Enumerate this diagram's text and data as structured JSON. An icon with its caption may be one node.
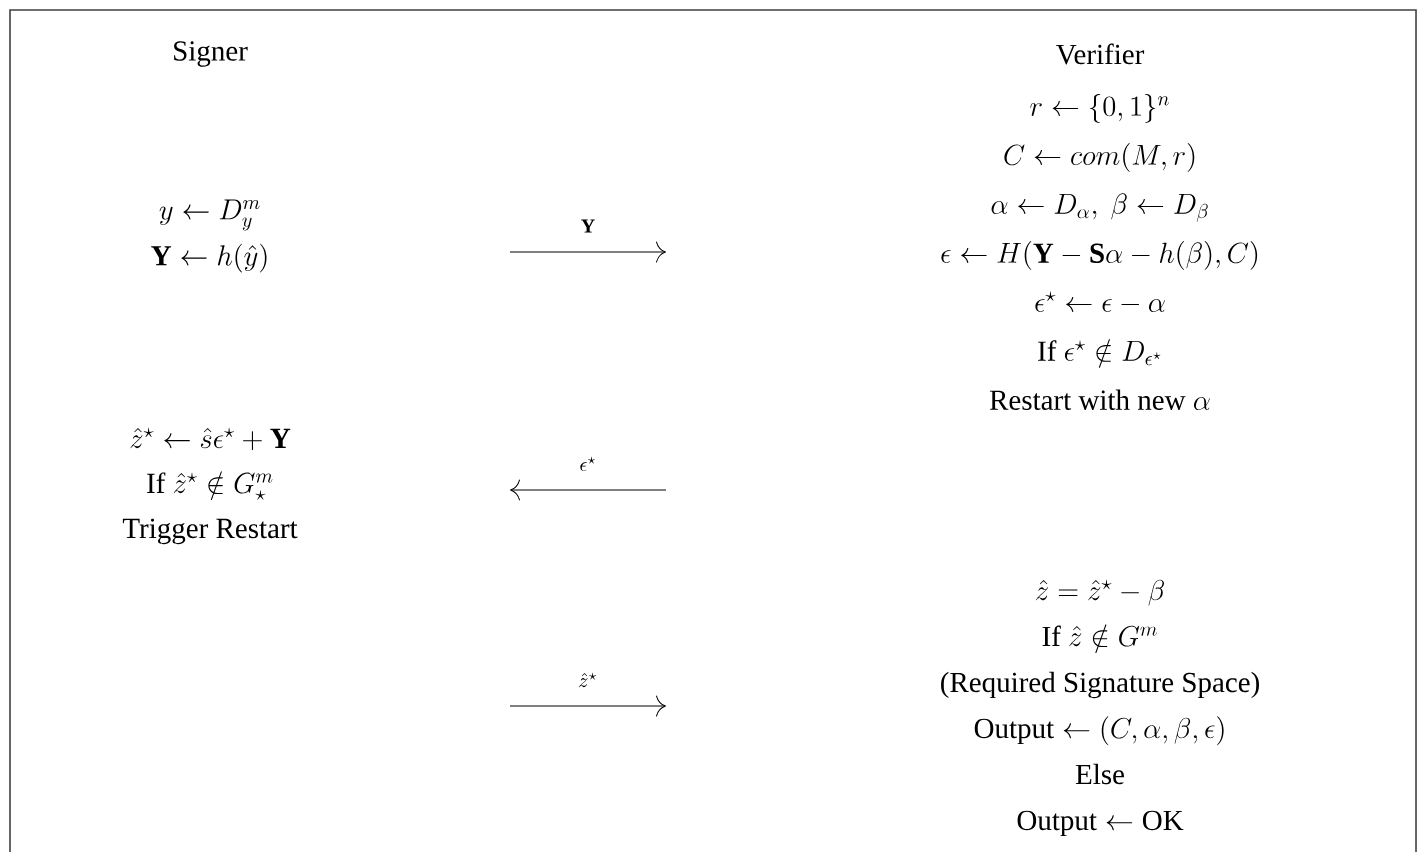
{
  "diagram": {
    "nodes": [
      {
        "text": [
          "y \\leftarrow D_y^m",
          "\\mathbf{Y} \\leftarrow h(\\hat{y})"
        ]
      },
      {
        "text": [
          "r \\leftarrow \\{0,1\\}^n",
          "C \\leftarrow com(M,r)",
          "\\alpha \\leftarrow D_\\alpha,\\ \\beta \\leftarrow D_\\beta",
          "\\epsilon \\leftarrow H(\\mathbf{Y} - \\mathbf{S}\\alpha - h(\\beta), C)",
          "\\epsilon^\\star \\leftarrow \\epsilon - \\alpha",
          "\\text{If } \\epsilon^\\star \\notin D_{\\epsilon^\\star}",
          "\\text{Restart with new } \\alpha"
        ]
      },
      {
        "text": [
          "\\hat{z}^\\star \\leftarrow \\hat{s}\\epsilon^\\star + \\mathbf{Y}",
          "\\text{If } \\hat{z}^\\star \\notin G_\\star^m",
          "\\text{Trigger Restart}"
        ]
      },
      {
        "text": [
          "\\hat{z} = \\hat{z}^\\star - \\beta",
          "\\text{If } \\hat{z} \\notin G^m",
          "\\text{(Required Signature Space)}",
          "\\text{Output} \\leftarrow (C, \\alpha, \\beta, \\epsilon)",
          "\\text{Else}",
          "\\text{Output} \\leftarrow \\text{OK}"
        ]
      }
    ],
    "labels": [
      "Signer",
      "Verifier",
      "\\mathbf{Y}",
      "\\epsilon^\\star",
      "\\hat{z}^\\star"
    ]
  }
}
